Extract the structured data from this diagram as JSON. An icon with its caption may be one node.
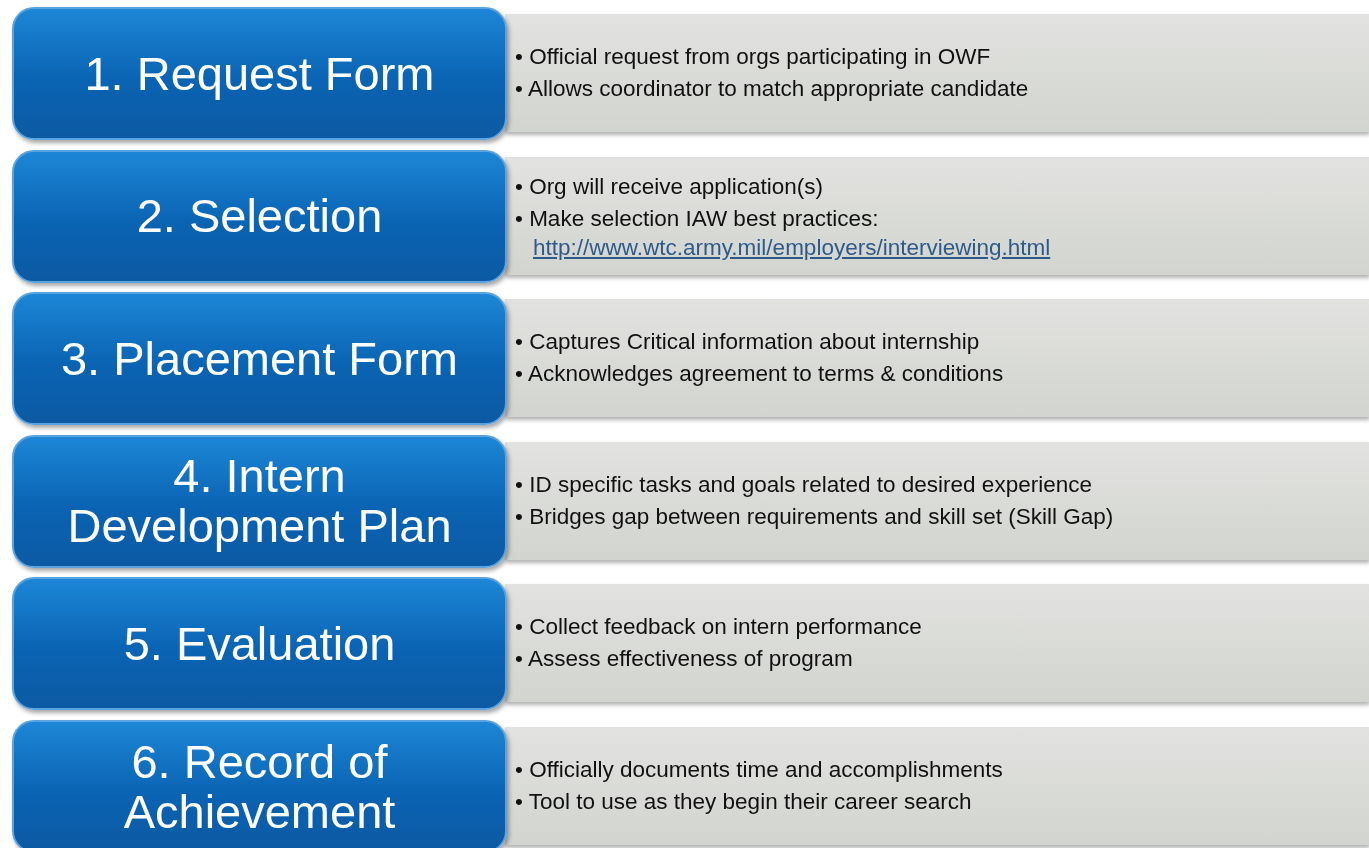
{
  "diagram": {
    "nodes": [
      {
        "text": [
          "1. Request Form"
        ]
      },
      {
        "text": [
          "• Official request from orgs participating in OWF",
          "• Allows coordinator to match appropriate candidate"
        ]
      },
      {
        "text": [
          "2. Selection"
        ]
      },
      {
        "text": [
          "• Org will receive application(s)",
          "• Make selection IAW best practices:",
          "http://www.wtc.army.mil/employers/interviewing.html"
        ]
      },
      {
        "text": [
          "3. Placement Form"
        ]
      },
      {
        "text": [
          "• Captures Critical information about internship",
          "• Acknowledges agreement to terms & conditions"
        ]
      },
      {
        "text": [
          "4. Intern Development Plan"
        ]
      },
      {
        "text": [
          "• ID specific tasks and goals related to desired experience",
          "• Bridges gap between requirements and skill set (Skill Gap)"
        ]
      },
      {
        "text": [
          "5. Evaluation"
        ]
      },
      {
        "text": [
          "• Collect feedback on intern performance",
          "• Assess effectiveness of program"
        ]
      },
      {
        "text": [
          "6. Record of Achievement"
        ]
      },
      {
        "text": [
          "• Officially documents time and accomplishments",
          "• Tool to use as they begin their career search"
        ]
      }
    ]
  }
}
